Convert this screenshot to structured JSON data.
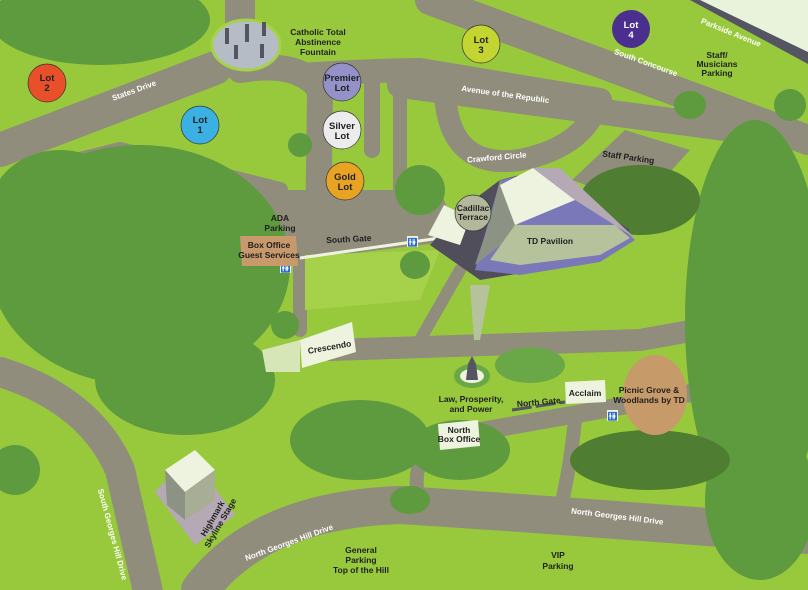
{
  "colors": {
    "grass": "#98c93c",
    "road": "#908d7c",
    "tree": "#5e9a3e",
    "lot1": "#3ab0e3",
    "lot2": "#e8502a",
    "lot3": "#c3d531",
    "lot4": "#4a2f8f",
    "premier": "#9391c7",
    "silver": "#ececec",
    "gold": "#e8a322",
    "cadillac": "#b3b89c",
    "pavilion": "#b6c29c",
    "picnic": "#c79a6a",
    "box_office": "#c7996c"
  },
  "lots": {
    "lot1": [
      "Lot",
      "1"
    ],
    "lot2": [
      "Lot",
      "2"
    ],
    "lot3": [
      "Lot",
      "3"
    ],
    "lot4": [
      "Lot",
      "4"
    ],
    "premier": [
      "Premier",
      "Lot"
    ],
    "silver": [
      "Silver",
      "Lot"
    ],
    "gold": [
      "Gold",
      "Lot"
    ],
    "cadillac": [
      "Cadillac",
      "Terrace"
    ]
  },
  "roads": {
    "states_drive": "States Drive",
    "parkside_avenue": "Parkside Avenue",
    "south_concourse": "South Concourse",
    "avenue_republic": "Avenue of the Republic",
    "crawford_circle": "Crawford Circle",
    "north_georges_hill_left": "North Georges Hill Drive",
    "north_georges_hill_right": "North Georges Hill Drive",
    "south_georges_hill": "South Georges Hill Drive"
  },
  "places": {
    "fountain": [
      "Catholic Total",
      "Abstinence",
      "Fountain"
    ],
    "staff_musicians": [
      "Staff/",
      "Musicians",
      "Parking"
    ],
    "staff_parking": "Staff Parking",
    "ada_parking": [
      "ADA",
      "Parking"
    ],
    "box_office": [
      "Box Office",
      "Guest Services"
    ],
    "south_gate": "South Gate",
    "td_pavilion": "TD Pavilion",
    "crescendo": "Crescendo",
    "law": [
      "Law, Prosperity,",
      "and Power"
    ],
    "north_gate": "North Gate",
    "acclaim": "Acclaim",
    "north_box_office": [
      "North",
      "Box Office"
    ],
    "picnic": [
      "Picnic Grove &",
      "Woodlands by TD"
    ],
    "highmark": [
      "Highmark",
      "Skyline Stage"
    ],
    "general_parking": [
      "General",
      "Parking",
      "Top of the Hill"
    ],
    "vip_parking": [
      "VIP",
      "Parking"
    ]
  }
}
